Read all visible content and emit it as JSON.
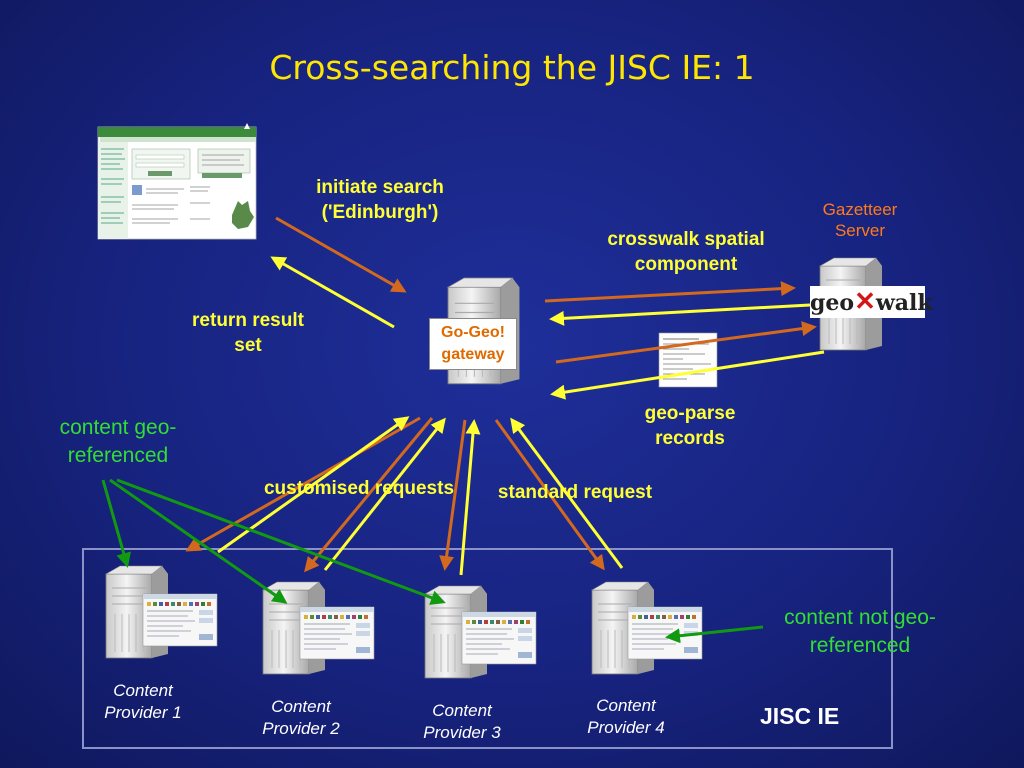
{
  "title": "Cross-searching the JISC IE: 1",
  "labels": {
    "initiate_search": "initiate search\n('Edinburgh')",
    "return_result": "return result\nset",
    "crosswalk": "crosswalk spatial\ncomponent",
    "geo_parse": "geo-parse\nrecords",
    "customised": "customised requests",
    "standard": "standard request",
    "content_geo": "content geo-\nreferenced",
    "content_not_geo": "content not geo-\nreferenced",
    "gazetteer": "Gazetteer\nServer",
    "gateway": "Go-Geo!\ngateway",
    "geoxwalk_left": "geo",
    "geoxwalk_x": "✕",
    "geoxwalk_right": "walk",
    "jisc_ie": "JISC IE"
  },
  "providers": [
    {
      "label": "Content\nProvider 1"
    },
    {
      "label": "Content\nProvider 2"
    },
    {
      "label": "Content\nProvider 3"
    },
    {
      "label": "Content\nProvider 4"
    }
  ],
  "colors": {
    "background": "#17237f",
    "title": "#ffe600",
    "yellow_arrow": "#ffff33",
    "orange_arrow": "#d2691e",
    "green_arrow": "#119911",
    "gazetteer_text": "#ff7a1a"
  },
  "icons": {
    "server": "server-tower-icon",
    "document": "document-icon",
    "screenshot": "web-page-thumbnail-icon"
  }
}
